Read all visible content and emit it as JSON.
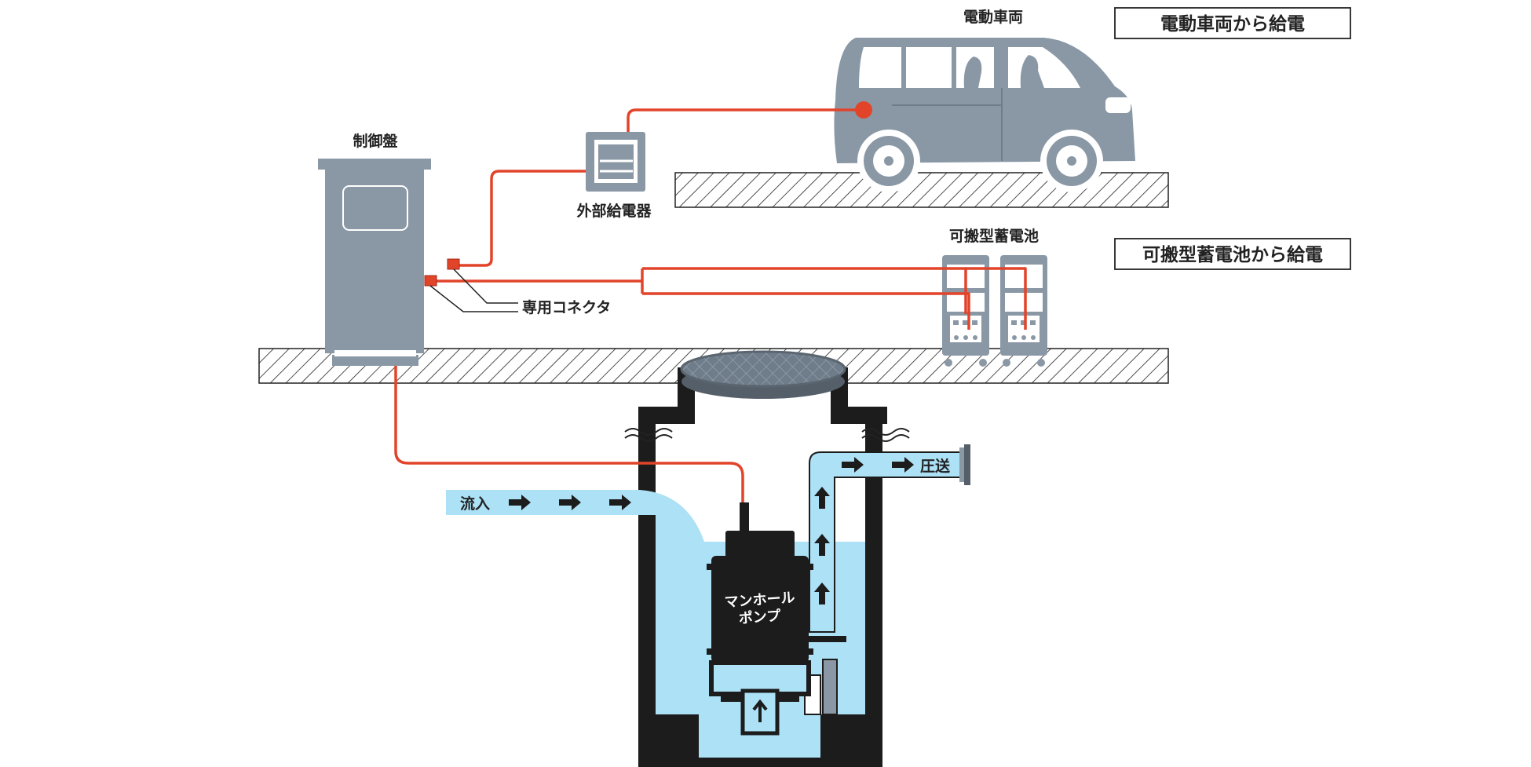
{
  "labels": {
    "vehicle": "電動車両",
    "vehicle_box": "電動車両から給電",
    "control_panel": "制御盤",
    "external_charger": "外部給電器",
    "battery": "可搬型蓄電池",
    "battery_box": "可搬型蓄電池から給電",
    "connector": "専用コネクタ",
    "inflow": "流入",
    "outflow": "圧送",
    "pump_line1": "マンホール",
    "pump_line2": "ポンプ"
  },
  "colors": {
    "cable": "#e2442a",
    "equipment": "#8a98a6",
    "water": "#ace1f6",
    "dark": "#1c1c1c",
    "ground_hatch": "#222222"
  },
  "icons": {
    "flow_arrow": "right-arrow",
    "up_arrow": "up-arrow"
  }
}
